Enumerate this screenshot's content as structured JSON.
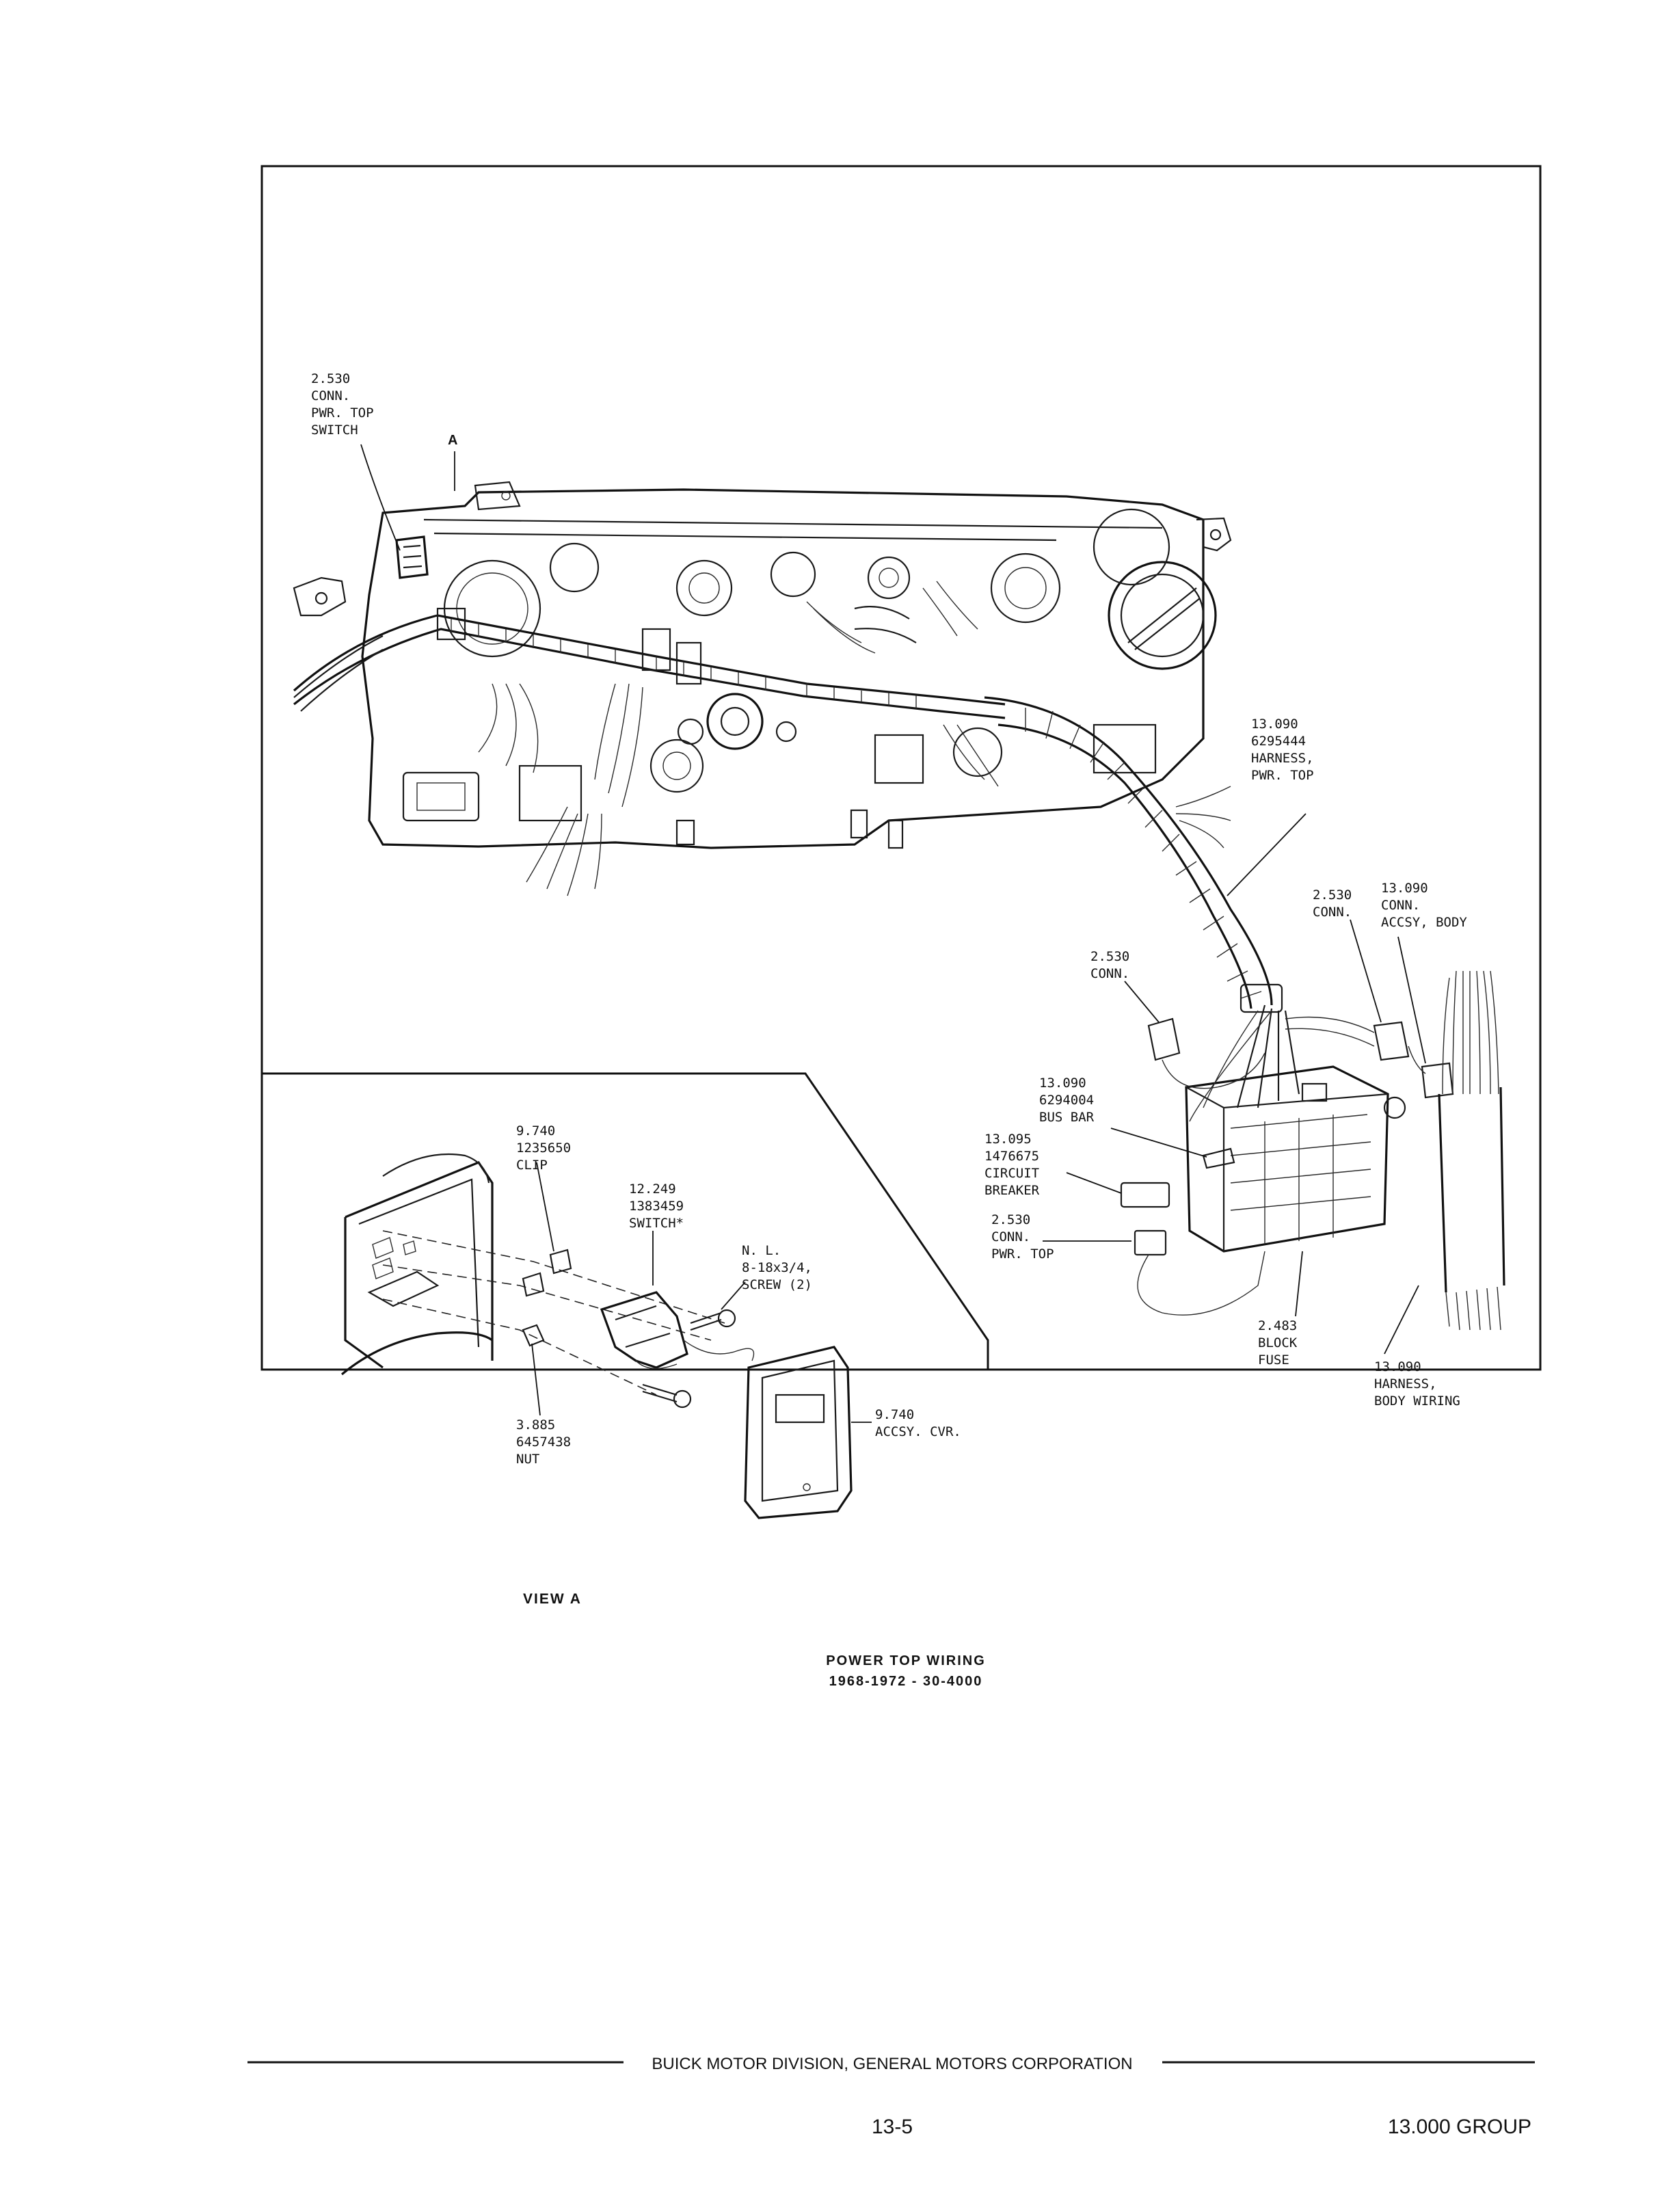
{
  "figure": {
    "caption_line1": "POWER TOP WIRING",
    "caption_line2": "1968-1972 - 30-4000",
    "view_label": "VIEW A",
    "view_marker": "A"
  },
  "callouts": {
    "switch_conn": [
      "2.530",
      "CONN.",
      "PWR. TOP",
      "SWITCH"
    ],
    "harness_pwr_top": [
      "13.090",
      "6295444",
      "HARNESS,",
      "PWR. TOP"
    ],
    "conn_right": [
      "2.530",
      "CONN."
    ],
    "conn_accsy_body": [
      "13.090",
      "CONN.",
      "ACCSY, BODY"
    ],
    "conn_mid": [
      "2.530",
      "CONN."
    ],
    "bus_bar": [
      "13.090",
      "6294004",
      "BUS BAR"
    ],
    "circuit_breaker": [
      "13.095",
      "1476675",
      "CIRCUIT",
      "BREAKER"
    ],
    "conn_pwr_top": [
      "2.530",
      "CONN.",
      "PWR. TOP"
    ],
    "block_fuse": [
      "2.483",
      "BLOCK",
      "FUSE"
    ],
    "harness_body": [
      "13.090",
      "HARNESS,",
      "BODY WIRING"
    ],
    "clip": [
      "9.740",
      "1235650",
      "CLIP"
    ],
    "switch": [
      "12.249",
      "1383459",
      "SWITCH*"
    ],
    "screw": [
      "N. L.",
      "8-18x3/4,",
      "SCREW (2)"
    ],
    "accsy_cvr": [
      "9.740",
      "ACCSY. CVR."
    ],
    "nut": [
      "3.885",
      "6457438",
      "NUT"
    ]
  },
  "footer": {
    "publisher": "BUICK MOTOR DIVISION, GENERAL MOTORS CORPORATION",
    "page_number": "13-5",
    "group": "13.000 GROUP"
  }
}
